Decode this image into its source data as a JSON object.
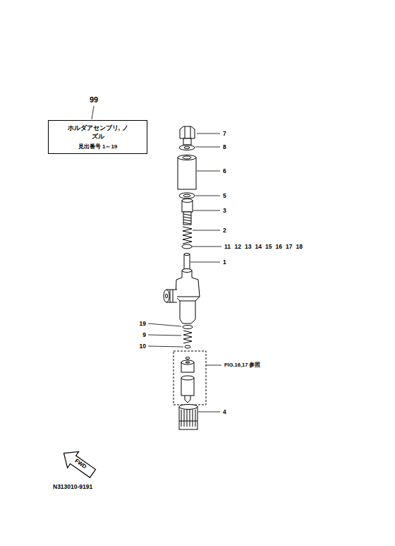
{
  "diagram": {
    "nodes": [
      {
        "text": [
          "ホルダアセンブリ, ノズル",
          "見出番号 1～19"
        ]
      }
    ],
    "labels": [
      "99",
      "7",
      "8",
      "6",
      "5",
      "3",
      "2",
      "11",
      "12",
      "13",
      "14",
      "15",
      "16",
      "17",
      "18",
      "1",
      "19",
      "9",
      "10",
      "FIG.16,17 参照",
      "4",
      "FWD",
      "N313010-9191"
    ]
  }
}
